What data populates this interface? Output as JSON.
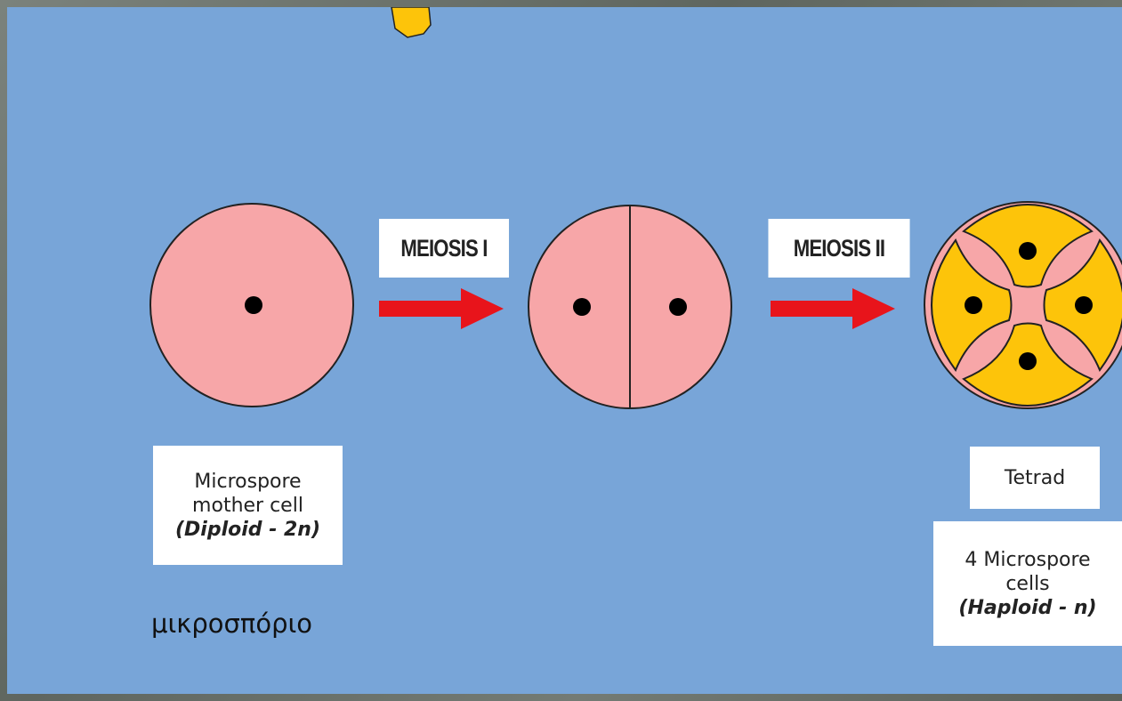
{
  "stages": {
    "meiosis_one": "MEIOSIS I",
    "meiosis_two": "MEIOSIS II"
  },
  "labels": {
    "mother_line1": "Microspore",
    "mother_line2": "mother cell",
    "mother_ploidy": "(Diploid - 2n)",
    "tetrad": "Tetrad",
    "micro_line1": "4 Microspore",
    "micro_line2": "cells",
    "micro_ploidy": "(Haploid - n)"
  },
  "caption": "μικροσπόριο",
  "colors": {
    "background": "#78a5d8",
    "cell_fill": "#f7a6a8",
    "microspore_fill": "#fdc40a",
    "arrow": "#e8141b",
    "nucleus": "#000000"
  }
}
